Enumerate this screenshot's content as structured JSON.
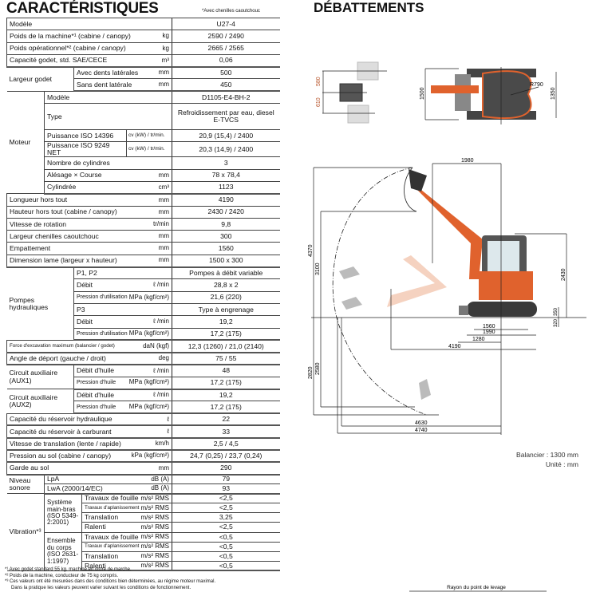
{
  "title": "CARACTÉRISTIQUES",
  "note": "*Avec chenilles caoutchouc",
  "groups": {
    "largeur_godet": "Largeur godet",
    "moteur": "Moteur",
    "pompes": "Pompes hydrauliques",
    "aux1": "Circuit auxiliaire (AUX1)",
    "aux2": "Circuit auxiliaire (AUX2)",
    "niveau": "Niveau sonore",
    "vibration": "Vibration*³",
    "main_bras": "Système main-bras (ISO 5349-2:2001)",
    "corps": "Ensemble du corps (ISO 2631-1:1997)"
  },
  "r": [
    {
      "l": "Modèle",
      "u": "",
      "v": "U27-4"
    },
    {
      "l": "Poids de la machine*¹ (cabine / canopy)",
      "u": "kg",
      "v": "2590 / 2490"
    },
    {
      "l": "Poids opérationnel*² (cabine / canopy)",
      "u": "kg",
      "v": "2665 / 2565"
    },
    {
      "l": "Capacité godet, std. SAE/CECE",
      "u": "m³",
      "v": "0,06"
    },
    {
      "l": "Avec dents latérales",
      "u": "mm",
      "v": "500"
    },
    {
      "l": "Sans dent latérale",
      "u": "mm",
      "v": "450"
    },
    {
      "l": "Modèle",
      "u": "",
      "v": "D1105-E4-BH-2"
    },
    {
      "l": "Type",
      "u": "",
      "v": "Refroidissement par eau, diesel E-TVCS"
    },
    {
      "l": "Puissance ISO 14396",
      "u": "cv (kW) / tr/min.",
      "v": "20,9 (15,4) / 2400"
    },
    {
      "l": "Puissance ISO 9249 NET",
      "u": "cv (kW) / tr/min.",
      "v": "20,3 (14,9) / 2400"
    },
    {
      "l": "Nombre de cylindres",
      "u": "",
      "v": "3"
    },
    {
      "l": "Alésage × Course",
      "u": "mm",
      "v": "78 x 78,4"
    },
    {
      "l": "Cylindrée",
      "u": "cm³",
      "v": "1123"
    },
    {
      "l": "Longueur hors tout",
      "u": "mm",
      "v": "4190"
    },
    {
      "l": "Hauteur hors tout (cabine / canopy)",
      "u": "mm",
      "v": "2430 / 2420"
    },
    {
      "l": "Vitesse de rotation",
      "u": "tr/min",
      "v": "9,8"
    },
    {
      "l": "Largeur chenilles caoutchouc",
      "u": "mm",
      "v": "300"
    },
    {
      "l": "Empattement",
      "u": "mm",
      "v": "1560"
    },
    {
      "l": "Dimension lame (largeur x hauteur)",
      "u": "mm",
      "v": "1500 x 300"
    },
    {
      "l": "P1, P2",
      "u": "",
      "v": "Pompes à débit variable"
    },
    {
      "l": "Débit",
      "u": "ℓ /min",
      "v": "28,8 x 2"
    },
    {
      "l": "Pression d'utilisation",
      "u": "MPa (kgf/cm²)",
      "v": "21,6 (220)"
    },
    {
      "l": "P3",
      "u": "",
      "v": "Type à engrenage"
    },
    {
      "l": "Débit",
      "u": "ℓ /min",
      "v": "19,2"
    },
    {
      "l": "Pression d'utilisation",
      "u": "MPa (kgf/cm²)",
      "v": "17,2 (175)"
    },
    {
      "l": "Force d'excavation maximum (balancier / godet)",
      "u": "daN (kgf)",
      "v": "12,3 (1260) / 21,0 (2140)"
    },
    {
      "l": "Angle de déport (gauche / droit)",
      "u": "deg",
      "v": "75 / 55"
    },
    {
      "l": "Débit d'huile",
      "u": "ℓ /min",
      "v": "48"
    },
    {
      "l": "Pression d'huile",
      "u": "MPa (kgf/cm²)",
      "v": "17,2 (175)"
    },
    {
      "l": "Débit d'huile",
      "u": "ℓ /min",
      "v": "19,2"
    },
    {
      "l": "Pression d'huile",
      "u": "MPa (kgf/cm²)",
      "v": "17,2 (175)"
    },
    {
      "l": "Capacité du réservoir hydraulique",
      "u": "ℓ",
      "v": "22"
    },
    {
      "l": "Capacité du réservoir à carburant",
      "u": "ℓ",
      "v": "33"
    },
    {
      "l": "Vitesse de translation (lente / rapide)",
      "u": "km/h",
      "v": "2,5 / 4,5"
    },
    {
      "l": "Pression au sol (cabine / canopy)",
      "u": "kPa (kgf/cm²)",
      "v": "24,7 (0,25) / 23,7 (0,24)"
    },
    {
      "l": "Garde au sol",
      "u": "mm",
      "v": "290"
    },
    {
      "l": "LpA",
      "u": "dB (A)",
      "v": "79"
    },
    {
      "l": "LwA (2000/14/EC)",
      "u": "dB (A)",
      "v": "93"
    },
    {
      "l": "Travaux de fouille",
      "u": "m/s² RMS",
      "v": "<2,5"
    },
    {
      "l": "Travaux d'aplanissement",
      "u": "m/s² RMS",
      "v": "<2,5"
    },
    {
      "l": "Translation",
      "u": "m/s² RMS",
      "v": "3,25"
    },
    {
      "l": "Ralenti",
      "u": "m/s² RMS",
      "v": "<2,5"
    },
    {
      "l": "Travaux de fouille",
      "u": "m/s² RMS",
      "v": "<0,5"
    },
    {
      "l": "Travaux d'aplanissement",
      "u": "m/s² RMS",
      "v": "<0,5"
    },
    {
      "l": "Translation",
      "u": "m/s² RMS",
      "v": "<0,5"
    },
    {
      "l": "Ralenti",
      "u": "m/s² RMS",
      "v": "<0,5"
    }
  ],
  "footnotes": [
    "*¹ Avec godet standard 55 kg, machine en ordre de marche.",
    "*² Poids de la machine, conducteur de 75 kg compris.",
    "*³ Ces valeurs ont été mesurées dans des conditions bien déterminées, au régime moteur maximal.",
    "Dans la pratique les valeurs peuvent varier suivant les conditions de fonctionnement."
  ],
  "diagram": {
    "title": "DÉBATTEMENTS",
    "top": {
      "d580": "580",
      "d610": "610",
      "d1500": "1500",
      "d1350": "1350",
      "r790": "R790"
    },
    "side": {
      "d1980": "1980",
      "d4370": "4370",
      "d3100": "3100",
      "d2430": "2430",
      "d350": "350",
      "d320": "320",
      "d1560": "1560",
      "d1990": "1990",
      "d1280": "1280",
      "d4190": "4190",
      "d2820": "2820",
      "d2580": "2580",
      "d4630": "4630",
      "d4740": "4740"
    },
    "balancier": "Balancier : 1300 mm",
    "unite": "Unité : mm",
    "rayon": "Rayon du point de levage"
  },
  "colors": {
    "orange": "#e0622d",
    "dark": "#3a3a3a"
  }
}
